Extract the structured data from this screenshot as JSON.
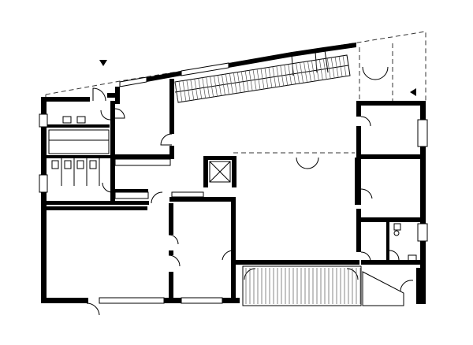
{
  "figure": {
    "type": "architectural-floor-plan",
    "colors": {
      "wall": "#000000",
      "background": "#ffffff",
      "hatch": "#555555"
    },
    "markers": [
      {
        "name": "entrance-marker-top",
        "shape": "triangle-down"
      },
      {
        "name": "entrance-marker-right",
        "shape": "triangle-left"
      }
    ],
    "stairs": [
      {
        "name": "stair-upper",
        "kind": "ramp-and-flight"
      },
      {
        "name": "stair-lower",
        "kind": "flight"
      }
    ],
    "rooms": [
      "toilet-block",
      "corridor",
      "office-northwest",
      "main-hall",
      "large-room-southwest",
      "room-south-center",
      "elevator",
      "room-east-1",
      "room-east-2",
      "wc-east"
    ]
  }
}
